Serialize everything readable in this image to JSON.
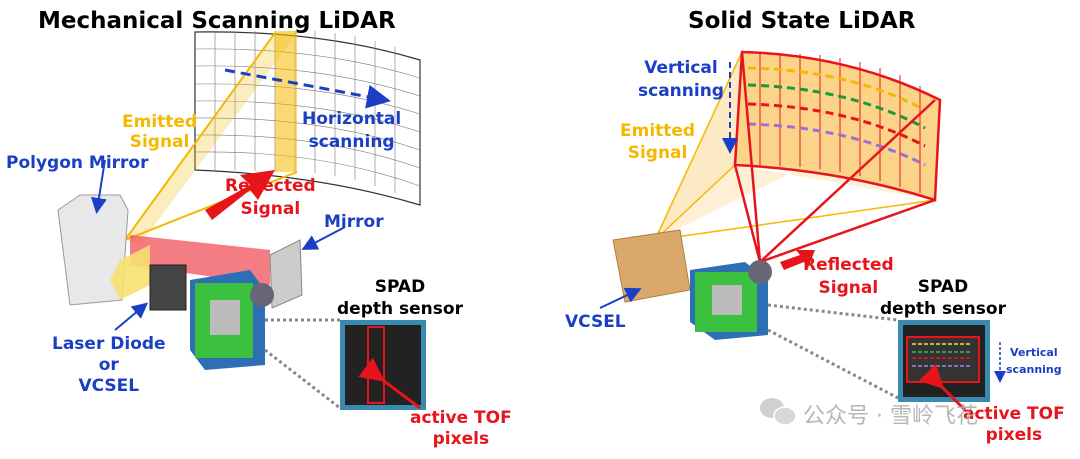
{
  "left": {
    "title": "Mechanical Scanning LiDAR",
    "emitted": [
      "Emitted",
      "Signal"
    ],
    "horizontal": [
      "Horizontal",
      "scanning"
    ],
    "polygon_mirror": "Polygon Mirror",
    "reflected": [
      "Reflected",
      "Signal"
    ],
    "mirror": "Mirror",
    "spad": [
      "SPAD",
      "depth sensor"
    ],
    "laser": [
      "Laser Diode",
      "or",
      "VCSEL"
    ],
    "active": [
      "active TOF",
      "pixels"
    ]
  },
  "right": {
    "title": "Solid State LiDAR",
    "vertical": [
      "Vertical",
      "scanning"
    ],
    "emitted": [
      "Emitted",
      "Signal"
    ],
    "vcsel": "VCSEL",
    "reflected": [
      "Reflected",
      "Signal"
    ],
    "spad": [
      "SPAD",
      "depth sensor"
    ],
    "vertical_small": [
      "Vertical",
      "scanning"
    ],
    "active": [
      "active TOF",
      "pixels"
    ]
  },
  "watermark": "公众号 · 雪岭飞花",
  "colors": {
    "blue": "#1a3fc4",
    "red": "#e8141c",
    "yellow": "#f5b800",
    "black": "#000000"
  }
}
